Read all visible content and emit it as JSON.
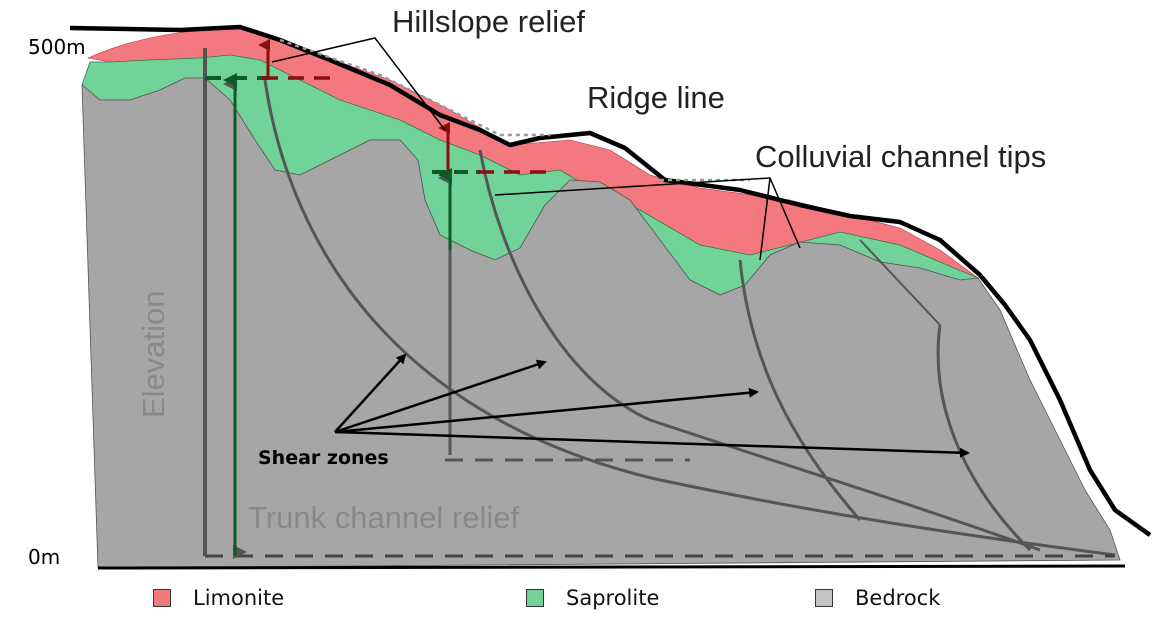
{
  "labels": {
    "hillslope_relief": "Hillslope relief",
    "ridge_line": "Ridge line",
    "colluvial_channel_tips": "Colluvial channel tips",
    "elevation": "Elevation",
    "trunk_channel_relief": "Trunk channel relief",
    "shear_zones": "Shear zones",
    "tick_500m": "500m",
    "tick_0m": "0m"
  },
  "legend": [
    {
      "label": "Limonite",
      "color": "#f4797e"
    },
    {
      "label": "Saprolite",
      "color": "#72d39a"
    },
    {
      "label": "Bedrock",
      "color": "#a6a6a6"
    }
  ],
  "colors": {
    "limonite": "#f4797e",
    "saprolite": "#72d39a",
    "bedrock": "#a6a6a6",
    "ridge_line": "#000000",
    "relief_marker_dark_red": "#8a1010",
    "relief_marker_dark_green": "#0b5a2a"
  }
}
